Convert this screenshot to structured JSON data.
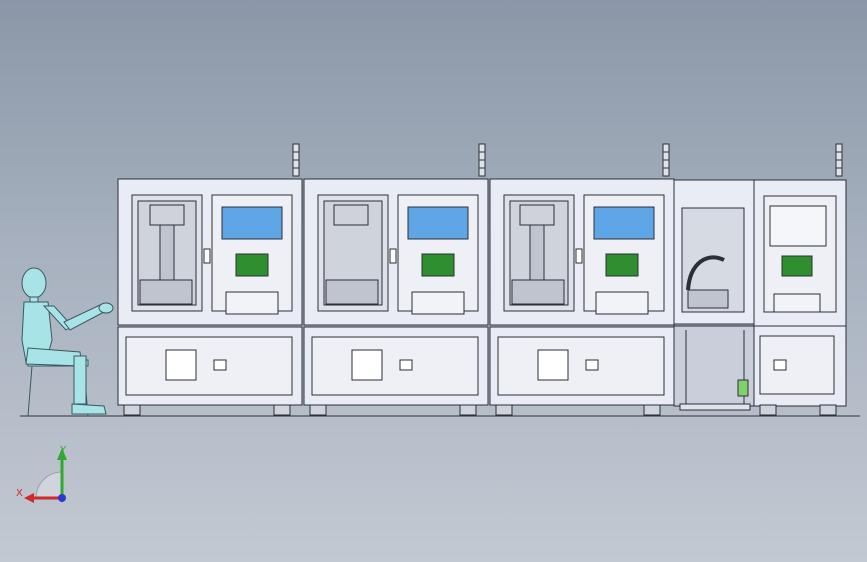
{
  "axes": {
    "x_label": "X",
    "y_label": "Y",
    "x_color": "#d12a2a",
    "y_color": "#2faa2f",
    "z_color": "#2a3ad1"
  },
  "colors": {
    "frame": "#e9ecf5",
    "outline": "#2b2f38",
    "screen": "#5fa6e6",
    "hmi": "#2f8f2f",
    "human": "#a8e3e8"
  },
  "modules": [
    {
      "id": "module-1",
      "has_screen": true
    },
    {
      "id": "module-2",
      "has_screen": true
    },
    {
      "id": "module-3",
      "has_screen": true
    },
    {
      "id": "module-4",
      "has_screen": false
    },
    {
      "id": "module-5",
      "has_screen": false
    }
  ]
}
